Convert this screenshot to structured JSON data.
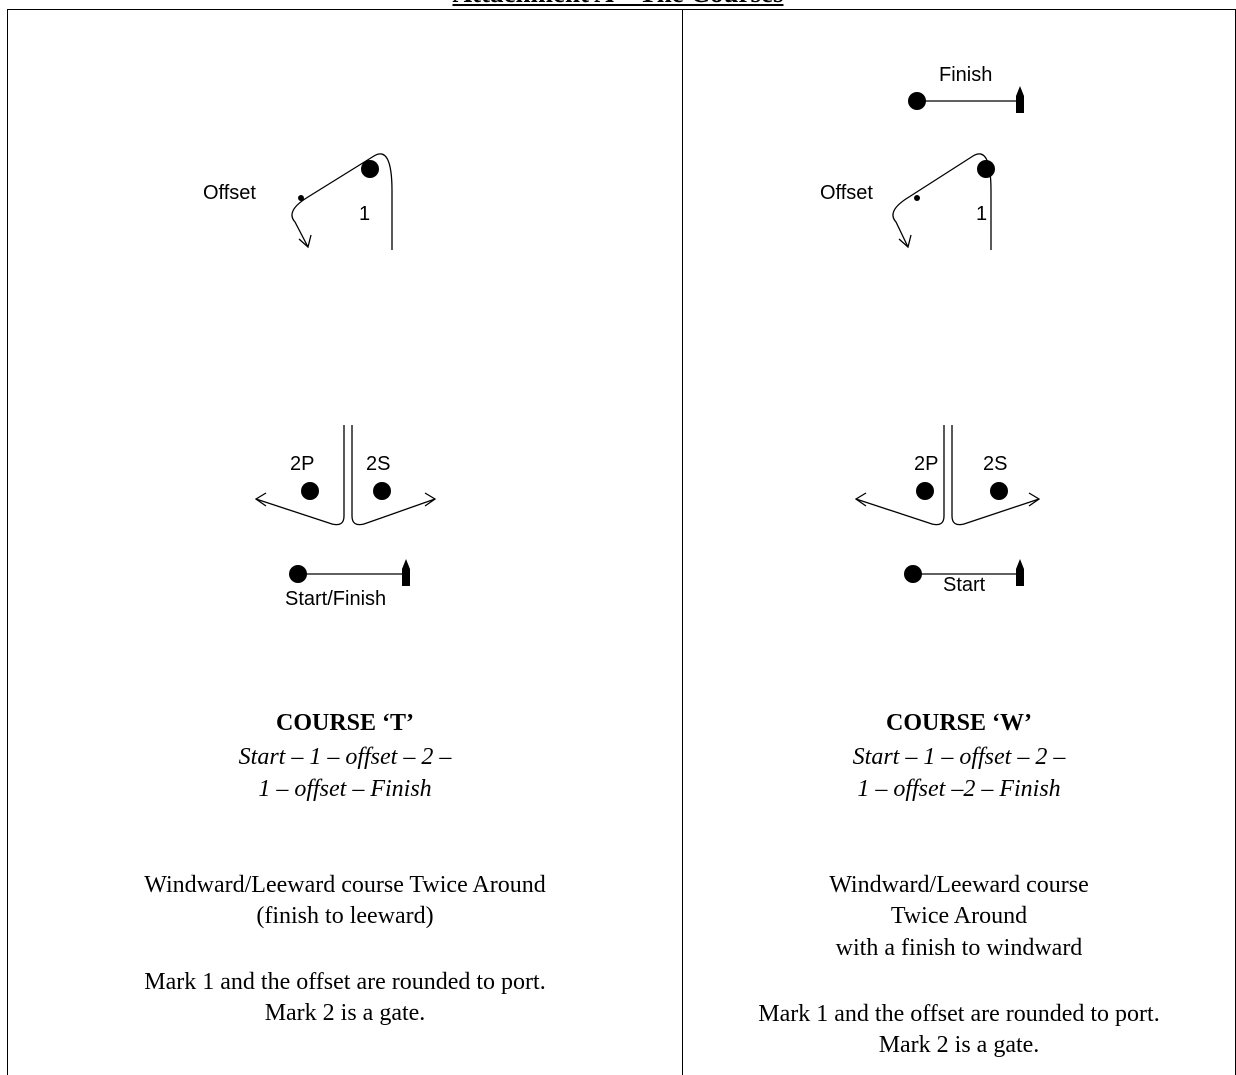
{
  "page": {
    "title": "Attachment A – The Courses"
  },
  "courses": [
    {
      "name": "COURSE ‘T’",
      "sequence": [
        "Start – 1 – offset – 2 –",
        "1 – offset – Finish"
      ],
      "description": [
        "Windward/Leeward course Twice Around",
        "(finish to leeward)"
      ],
      "rounding": [
        "Mark 1 and the offset are rounded to port.",
        "Mark 2 is a gate."
      ],
      "diagram": {
        "offset_label": "Offset",
        "mark1_label": "1",
        "gate_port_label": "2P",
        "gate_starboard_label": "2S",
        "start_line_label": "Start/Finish"
      }
    },
    {
      "name": "COURSE ‘W’",
      "sequence": [
        "Start – 1 – offset – 2 –",
        "1 – offset –2 – Finish"
      ],
      "description": [
        "Windward/Leeward course",
        "Twice Around",
        "with a finish to windward"
      ],
      "rounding": [
        "Mark 1 and the offset are rounded to port.",
        "Mark 2 is a gate."
      ],
      "diagram": {
        "finish_line_label": "Finish",
        "offset_label": "Offset",
        "mark1_label": "1",
        "gate_port_label": "2P",
        "gate_starboard_label": "2S",
        "start_line_label": "Start"
      }
    }
  ]
}
